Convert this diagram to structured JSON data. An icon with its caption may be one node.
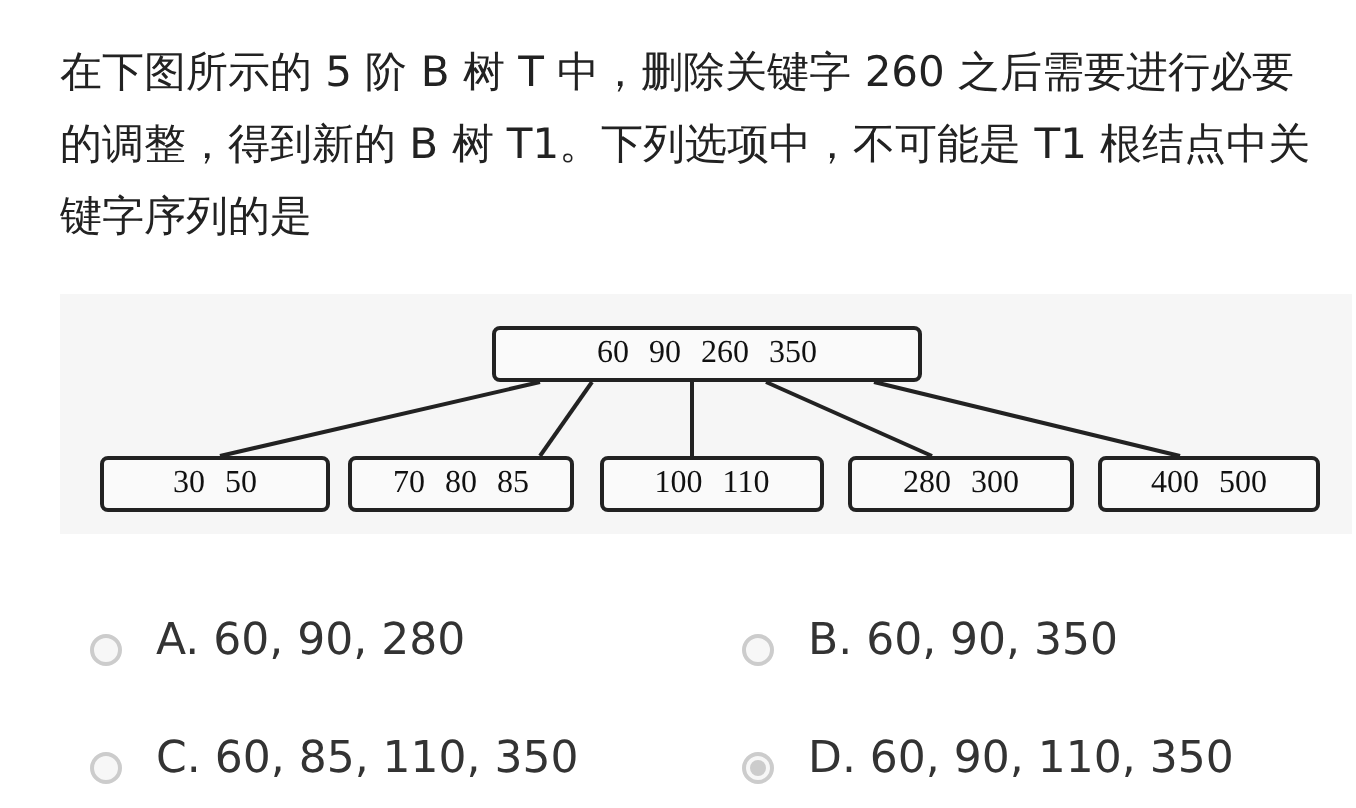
{
  "diagram": {
    "title": "在下图所示的 5 阶 B 树 T 中，删除关键字 260 之后需要进行必要的调整，得到新的 B 树 T1。下列选项中，不可能是 T1 根结点中关键字序列的是",
    "nodes": [
      {
        "text": [
          "60 90 260 350"
        ]
      },
      {
        "text": [
          "30 50"
        ]
      },
      {
        "text": [
          "70 80 85"
        ]
      },
      {
        "text": [
          "100 110"
        ]
      },
      {
        "text": [
          "280 300"
        ]
      },
      {
        "text": [
          "400 500"
        ]
      }
    ],
    "edges": [
      {
        "from": 0,
        "to": 1,
        "arrow": "none"
      },
      {
        "from": 0,
        "to": 2,
        "arrow": "none"
      },
      {
        "from": 0,
        "to": 3,
        "arrow": "none"
      },
      {
        "from": 0,
        "to": 4,
        "arrow": "none"
      },
      {
        "from": 0,
        "to": 5,
        "arrow": "none"
      }
    ],
    "labels": [
      "A. 60, 90, 280",
      "B. 60, 90, 350",
      "C. 60, 85, 110, 350",
      "D. 60, 90, 110, 350"
    ]
  }
}
